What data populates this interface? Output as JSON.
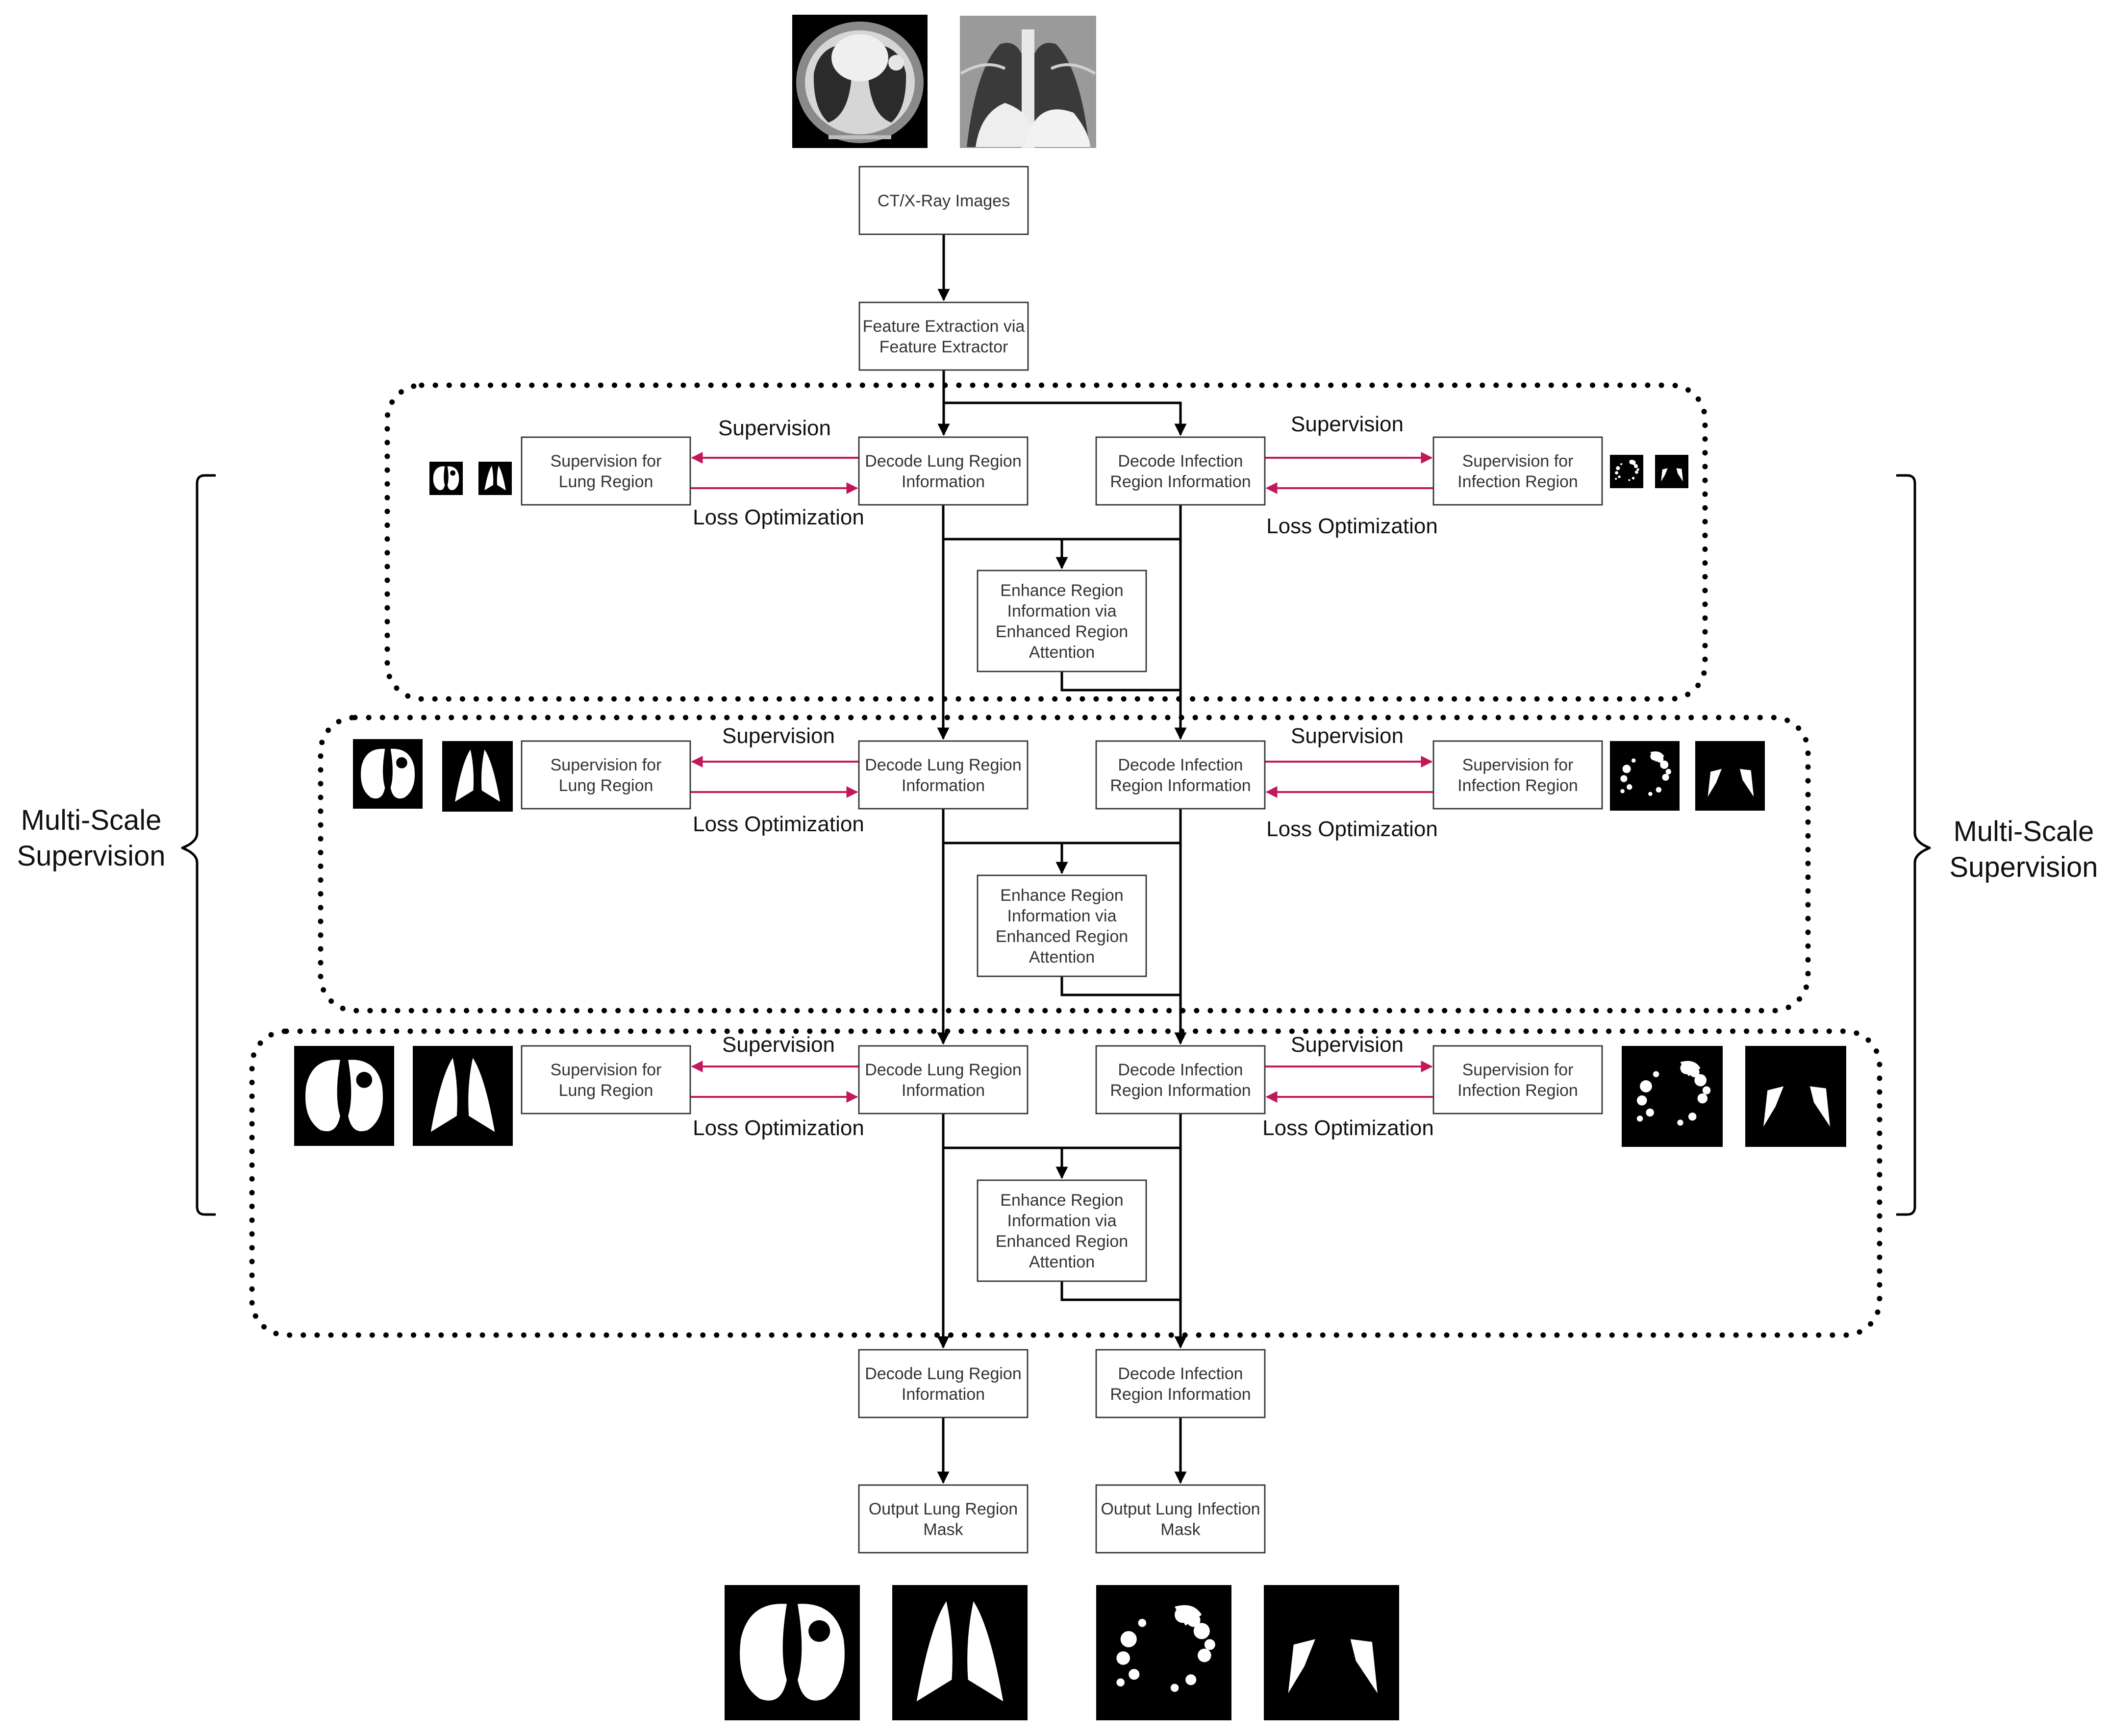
{
  "labels": {
    "input": "CT/X-Ray Images",
    "feature_extraction": "Feature Extraction via Feature Extractor",
    "decode_lung": "Decode Lung Region Information",
    "decode_infection": "Decode Infection Region Information",
    "supervision_lung": "Supervision for Lung Region",
    "supervision_infection": "Supervision for Infection Region",
    "enhance": "Enhance Region Information via Enhanced Region Attention",
    "output_lung": "Output Lung Region Mask",
    "output_infection": "Output Lung Infection Mask",
    "supervision": "Supervision",
    "loss_optimization": "Loss Optimization",
    "multi_scale": "Multi-Scale Supervision"
  },
  "colors": {
    "supervision_arrow": "#c2185b",
    "flow_arrow": "#000000"
  },
  "thumbnails": {
    "input": [
      "ct-scan",
      "chest-xray"
    ],
    "stage_masks": [
      "lung-mask-ct",
      "lung-mask-xray",
      "infection-mask-ct",
      "infection-mask-xray"
    ]
  }
}
